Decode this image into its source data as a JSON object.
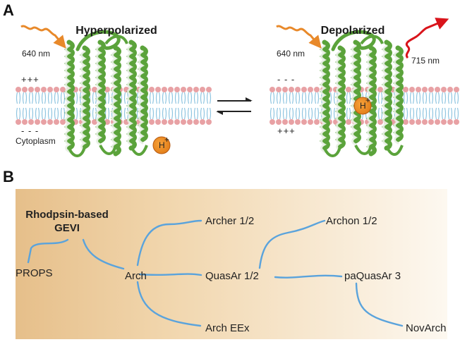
{
  "panelA": {
    "letter": "A",
    "left": {
      "title": "Hyperpolarized",
      "light_in": "640 nm",
      "charge_top": "+++",
      "charge_bottom": "- - -",
      "side_label": "Cytoplasm",
      "ion_letter": "H",
      "ion_sup": "+"
    },
    "right": {
      "title": "Depolarized",
      "light_in": "640 nm",
      "light_out": "715 nm",
      "charge_top": "- - -",
      "charge_bottom": "+++",
      "ion_letter": "H",
      "ion_sup": "+"
    }
  },
  "panelB": {
    "letter": "B",
    "root_line1": "Rhodpsin-based",
    "root_line2": "GEVI",
    "nodes": {
      "props": "PROPS",
      "arch": "Arch",
      "archer": "Archer 1/2",
      "quasar": "QuasAr 1/2",
      "arch_eex": "Arch EEx",
      "archon": "Archon 1/2",
      "paquasar": "paQuasAr 3",
      "novarch": "NovArch"
    }
  },
  "colors": {
    "edge": "#5aa3dc",
    "helix": "#5ba33b",
    "orange": "#e8892a",
    "red": "#d9141b",
    "membrane_head": "#e8a1a4",
    "membrane_tail": "#8fc5e0"
  }
}
